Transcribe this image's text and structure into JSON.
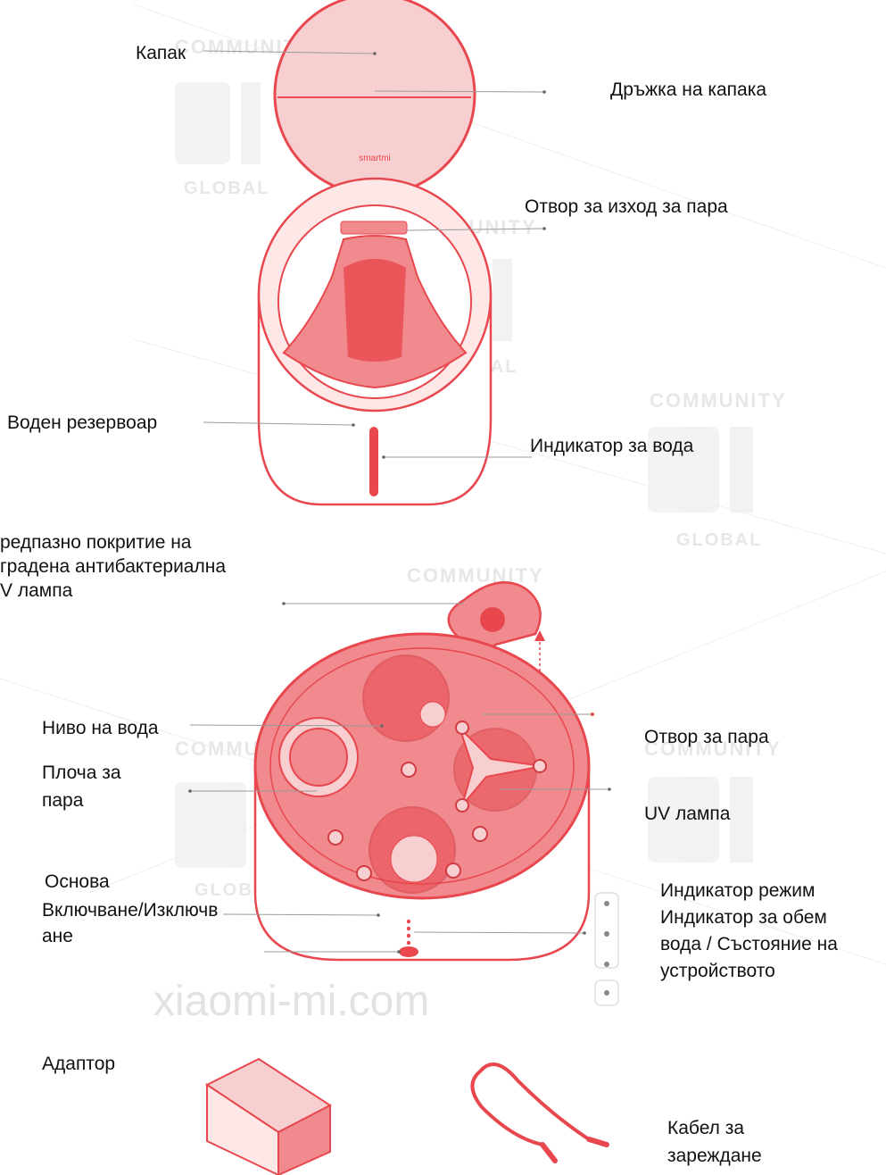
{
  "labels": {
    "lid": "Капак",
    "lid_handle": "Дръжка на капака",
    "steam_outlet": "Отвор за изход за пара",
    "water_tank": "Воден резервоар",
    "water_indicator": "Индикатор за вода",
    "uv_cover": [
      "редпазно покритие на",
      "градена антибактериална",
      "V лампа"
    ],
    "water_level": "Ниво на вода",
    "steam_plate": [
      "Плоча за",
      "пара"
    ],
    "steam_hole": "Отвор за пара",
    "uv_lamp": "UV лампа",
    "base": "Основа",
    "power": [
      "Включване/Изключв",
      "ане"
    ],
    "mode_indicator": "Индикатор режим",
    "volume_indicator": [
      "Индикатор за обем",
      "вода / Състояние на",
      "устройството"
    ],
    "adapter": "Адаптор",
    "cable": [
      "Кабел за",
      "зареждане"
    ]
  },
  "product": {
    "brand_mark": "smartmi"
  },
  "watermark": {
    "community": "COMMUNITY",
    "global": "GLOBAL",
    "site": "xiaomi-mi.com"
  },
  "colors": {
    "accent": "#e8474e",
    "accent_light": "#f7cfd0",
    "accent_fill": "#f08a8e",
    "line": "#9a9a9a"
  }
}
